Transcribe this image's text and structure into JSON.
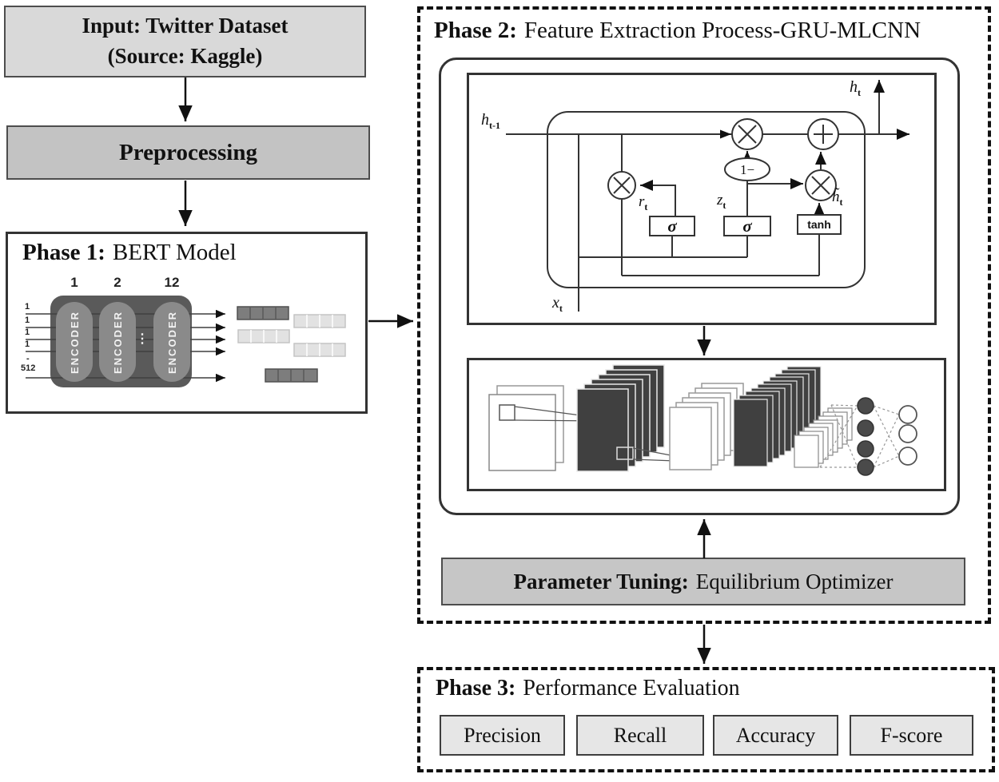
{
  "input_box": {
    "line1": "Input: Twitter Dataset",
    "line2": "(Source: Kaggle)"
  },
  "preprocessing_box": {
    "label": "Preprocessing"
  },
  "phase1": {
    "title_prefix": "Phase 1:",
    "title_rest": "BERT Model",
    "bert": {
      "column_labels": [
        "1",
        "2",
        "12"
      ],
      "encoder_labels": [
        "ENCODER",
        "ENCODER",
        "ENCODER"
      ],
      "row_labels": [
        "1",
        "1",
        "1",
        "1",
        "-",
        "512"
      ],
      "ellipsis": "⋮"
    }
  },
  "phase2": {
    "title_prefix": "Phase 2:",
    "title_rest": "Feature Extraction Process-GRU-MLCNN",
    "gru": {
      "h_prev": {
        "base": "h",
        "sub": "t-1"
      },
      "h_out": {
        "base": "h",
        "sub": "t"
      },
      "x_in": {
        "base": "x",
        "sub": "t"
      },
      "r_gate": {
        "base": "r",
        "sub": "t"
      },
      "z_gate": {
        "base": "z",
        "sub": "t"
      },
      "h_tilde": {
        "base": "h̃",
        "sub": "t"
      },
      "one_minus": "1−",
      "sigma": "σ",
      "tanh_label": "tanh"
    },
    "parameter_box": {
      "prefix": "Parameter Tuning:",
      "rest": "Equilibrium Optimizer"
    }
  },
  "phase3": {
    "title_prefix": "Phase 3:",
    "title_rest": "Performance Evaluation",
    "metrics": [
      "Precision",
      "Recall",
      "Accuracy",
      "F-score"
    ]
  },
  "colors": {
    "input_box_fill": "#d9d9d9",
    "preprocessing_fill": "#c3c3c3",
    "parameter_fill": "#c6c6c6",
    "metric_fill": "#e6e6e6",
    "bert_block_fill": "#5a5a5a",
    "encoder_pill_fill": "#8a8a8a",
    "token_bar_dark": "#7d7d7d",
    "token_bar_light": "#e2e2e2",
    "cnn_dark": "#404040",
    "line_color": "#333333"
  }
}
